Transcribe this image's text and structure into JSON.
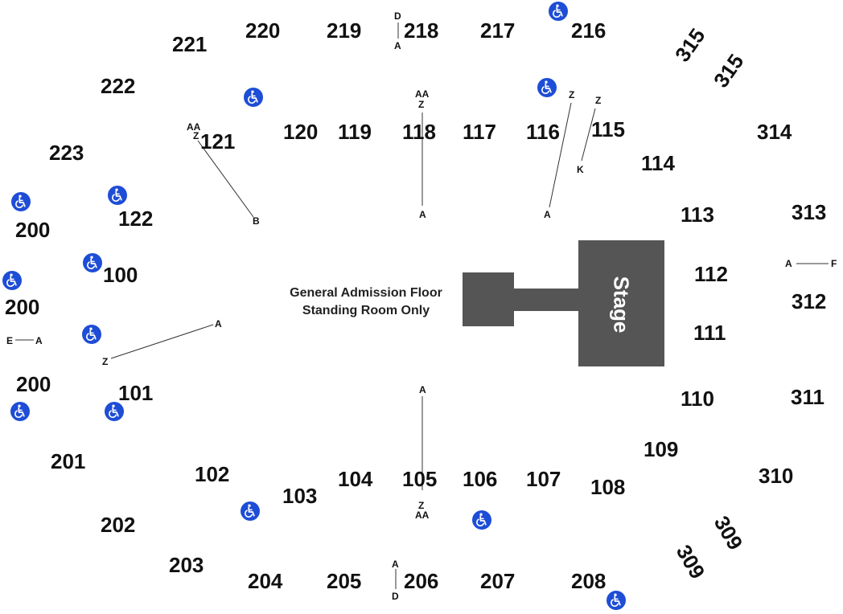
{
  "colors": {
    "stage": "#555555",
    "accessible": "#1e4dd6",
    "text": "#111111"
  },
  "stage": {
    "label": "Stage"
  },
  "floor": {
    "line1": "General Admission Floor",
    "line2": "Standing Room Only"
  },
  "sections": {
    "s100": "100",
    "s101": "101",
    "s102": "102",
    "s103": "103",
    "s104": "104",
    "s105": "105",
    "s106": "106",
    "s107": "107",
    "s108": "108",
    "s109": "109",
    "s110": "110",
    "s111": "111",
    "s112": "112",
    "s113": "113",
    "s114": "114",
    "s115": "115",
    "s116": "116",
    "s117": "117",
    "s118": "118",
    "s119": "119",
    "s120": "120",
    "s121": "121",
    "s122": "122",
    "s200a": "200",
    "s200b": "200",
    "s200c": "200",
    "s201": "201",
    "s202": "202",
    "s203": "203",
    "s204": "204",
    "s205": "205",
    "s206": "206",
    "s207": "207",
    "s208": "208",
    "s216": "216",
    "s217": "217",
    "s218": "218",
    "s219": "219",
    "s220": "220",
    "s221": "221",
    "s222": "222",
    "s223": "223",
    "s309a": "309",
    "s309b": "309",
    "s310": "310",
    "s311": "311",
    "s312": "312",
    "s313": "313",
    "s314": "314",
    "s315a": "315",
    "s315b": "315"
  },
  "rows": {
    "r218d": "D",
    "r218a": "A",
    "r118aa": "AA",
    "r118z": "Z",
    "r118a": "A",
    "r116z": "Z",
    "r116a": "A",
    "r115z": "Z",
    "r115k": "K",
    "r121aa": "AA",
    "r121z": "Z",
    "r121b": "B",
    "r312a": "A",
    "r312f": "F",
    "r200e": "E",
    "r200a": "A",
    "r101a": "A",
    "r101z": "Z",
    "r105a": "A",
    "r105z": "Z",
    "r105aa": "AA",
    "r206a": "A",
    "r206d": "D"
  },
  "icons": {
    "accessible": "wheelchair-icon"
  }
}
